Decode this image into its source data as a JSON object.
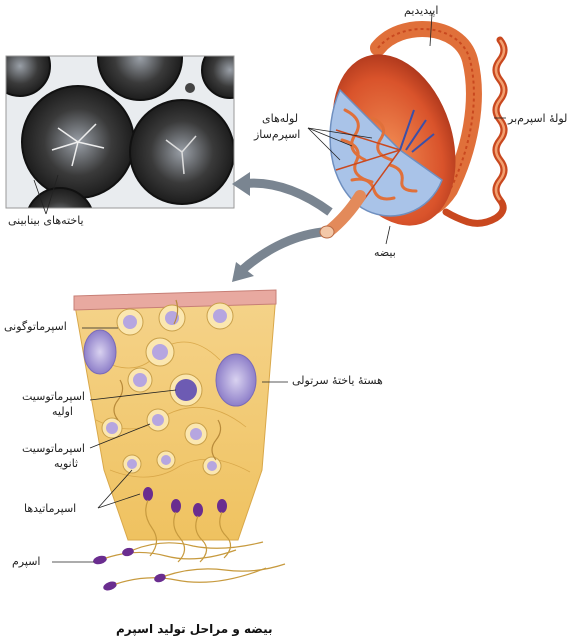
{
  "diagram": {
    "caption": "بیضه و مراحل تولید اسپرم",
    "labels": {
      "epididymis": "اپیدیدیم",
      "vas_deferens": "لولهٔ اسپرم‌بر",
      "seminiferous_tubules_line1": "لوله‌های",
      "seminiferous_tubules_line2": "اسپرم‌ساز",
      "testis": "بیضه",
      "interstitial_cells": "یاخته‌های بینابینی",
      "spermatogonia": "اسپرماتوگونی",
      "sertoli_nucleus": "هستهٔ یاختهٔ سرتولی",
      "primary_spermatocyte_line1": "اسپرماتوسیت",
      "primary_spermatocyte_line2": "اولیه",
      "secondary_spermatocyte_line1": "اسپرماتوسیت",
      "secondary_spermatocyte_line2": "ثانویه",
      "spermatids": "اسپرماتیدها",
      "sperm": "اسپرم"
    },
    "colors": {
      "tubule_tissue": "#f2c96a",
      "tubule_wall": "#e8a9a0",
      "testis_red": "#d9532b",
      "testis_light": "#a9c3e8",
      "nucleus_purple": "#8e7fc9",
      "sperm_head": "#6a2d8f",
      "arrow_gray": "#7a8591",
      "micro_dark": "#2a2a2a"
    }
  }
}
